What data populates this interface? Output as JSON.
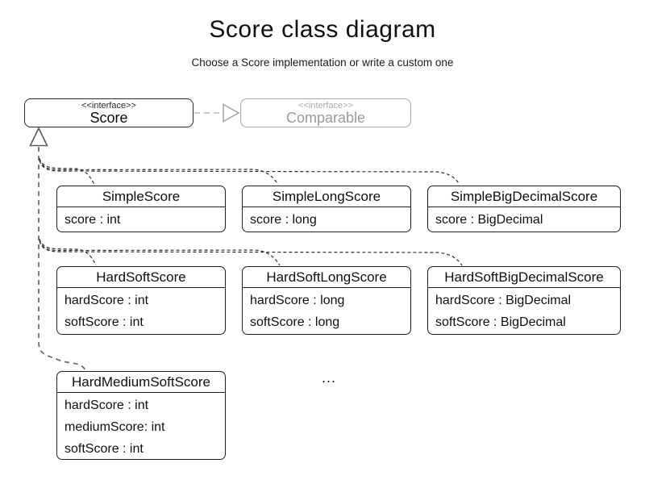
{
  "header": {
    "title": "Score class diagram",
    "subtitle": "Choose a Score implementation or write a custom one"
  },
  "interfaces": {
    "score": {
      "stereotype": "<<interface>>",
      "name": "Score"
    },
    "comparable": {
      "stereotype": "<<interface>>",
      "name": "Comparable"
    }
  },
  "classes": [
    {
      "name": "SimpleScore",
      "attrs": [
        "score : int"
      ]
    },
    {
      "name": "SimpleLongScore",
      "attrs": [
        "score : long"
      ]
    },
    {
      "name": "SimpleBigDecimalScore",
      "attrs": [
        "score : BigDecimal"
      ]
    },
    {
      "name": "HardSoftScore",
      "attrs": [
        "hardScore : int",
        "softScore : int"
      ]
    },
    {
      "name": "HardSoftLongScore",
      "attrs": [
        "hardScore : long",
        "softScore : long"
      ]
    },
    {
      "name": "HardSoftBigDecimalScore",
      "attrs": [
        "hardScore : BigDecimal",
        "softScore : BigDecimal"
      ]
    },
    {
      "name": "HardMediumSoftScore",
      "attrs": [
        "hardScore : int",
        "mediumScore: int",
        "softScore : int"
      ]
    }
  ],
  "ellipsis": "...",
  "colors": {
    "class_border": "#1f1f1f",
    "muted_gray": "#9b9b9b",
    "connector_dark": "#2f2f2f",
    "trunk_gray": "#6e6e6e"
  }
}
